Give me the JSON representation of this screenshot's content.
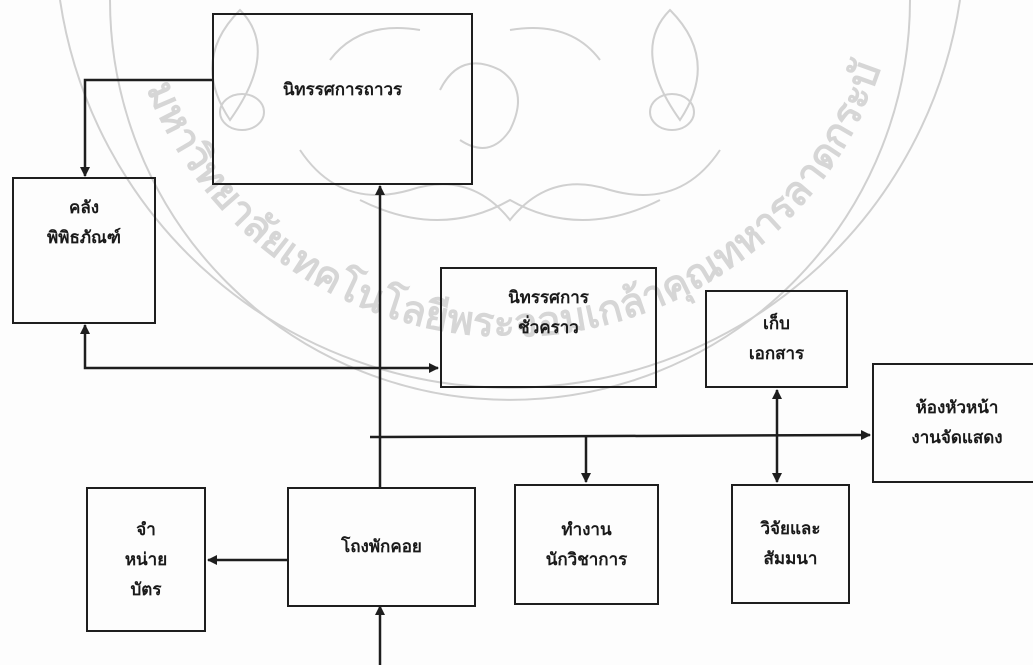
{
  "diagram": {
    "nodes": {
      "permanent_exhibition": [
        "นิทรรศการถาวร"
      ],
      "museum_storage": [
        "คลัง",
        "พิพิธภัณฑ์"
      ],
      "temporary_exhibition": [
        "นิทรรศการ",
        "ชั่วคราว"
      ],
      "document_storage": [
        "เก็บ",
        "เอกสาร"
      ],
      "exhibition_head_room": [
        "ห้องหัวหน้า",
        "งานจัดแสดง"
      ],
      "ticket_sales": [
        "จำ",
        "หน่าย",
        "บัตร"
      ],
      "lobby": [
        "โถงพักคอย"
      ],
      "academic_office": [
        "ทำงาน",
        "นักวิชาการ"
      ],
      "research_seminar": [
        "วิจัยและ",
        "สัมมนา"
      ]
    },
    "watermark_text": "มหาวิทยาลัยเทคโนโลยีพระจอมเกล้าคุณทหารลาดกระบัง",
    "colors": {
      "line": "#1e1e1e",
      "watermark": "#c8c8c8"
    }
  }
}
